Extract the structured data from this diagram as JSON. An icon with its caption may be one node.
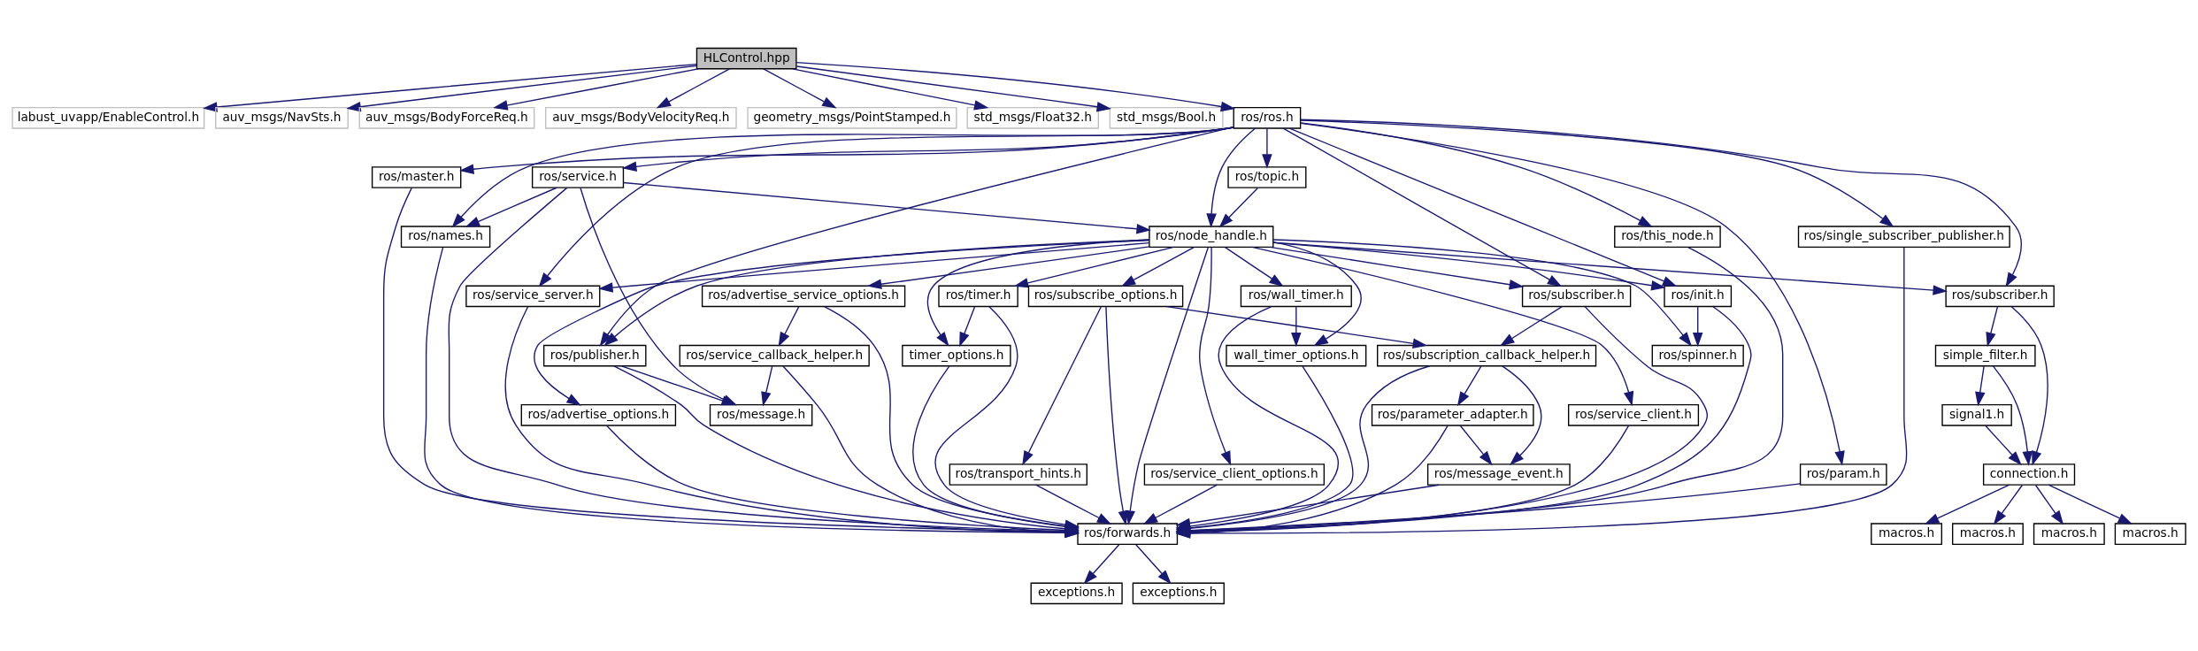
{
  "diagram": {
    "nodes": [
      {
        "text": [
          "HLControl.hpp"
        ]
      },
      {
        "text": [
          "labust_uvapp/EnableControl.h"
        ]
      },
      {
        "text": [
          "auv_msgs/NavSts.h"
        ]
      },
      {
        "text": [
          "auv_msgs/BodyForceReq.h"
        ]
      },
      {
        "text": [
          "auv_msgs/BodyVelocityReq.h"
        ]
      },
      {
        "text": [
          "geometry_msgs/PointStamped.h"
        ]
      },
      {
        "text": [
          "std_msgs/Float32.h"
        ]
      },
      {
        "text": [
          "std_msgs/Bool.h"
        ]
      },
      {
        "text": [
          "ros/ros.h"
        ]
      },
      {
        "text": [
          "ros/topic.h"
        ]
      },
      {
        "text": [
          "ros/service.h"
        ]
      },
      {
        "text": [
          "ros/this_node.h"
        ]
      },
      {
        "text": [
          "ros/param.h"
        ]
      },
      {
        "text": [
          "ros/node_handle.h"
        ]
      },
      {
        "text": [
          "ros/single_subscriber_publisher.h"
        ]
      },
      {
        "text": [
          "ros/names.h"
        ]
      },
      {
        "text": [
          "ros/master.h"
        ]
      },
      {
        "text": [
          "ros/service_server.h"
        ]
      },
      {
        "text": [
          "ros/timer.h"
        ]
      },
      {
        "text": [
          "ros/wall_timer.h"
        ]
      },
      {
        "text": [
          "ros/advertise_service_options.h"
        ]
      },
      {
        "text": [
          "ros/subscribe_options.h"
        ]
      },
      {
        "text": [
          "ros/subscriber.h"
        ]
      },
      {
        "text": [
          "ros/init.h"
        ]
      },
      {
        "text": [
          "ros/subscriber.h"
        ]
      },
      {
        "text": [
          "timer_options.h"
        ]
      },
      {
        "text": [
          "ros/publisher.h"
        ]
      },
      {
        "text": [
          "wall_timer_options.h"
        ]
      },
      {
        "text": [
          "ros/service_callback_helper.h"
        ]
      },
      {
        "text": [
          "ros/subscription_callback_helper.h"
        ]
      },
      {
        "text": [
          "ros/spinner.h"
        ]
      },
      {
        "text": [
          "simple_filter.h"
        ]
      },
      {
        "text": [
          "ros/service_client.h"
        ]
      },
      {
        "text": [
          "ros/message.h"
        ]
      },
      {
        "text": [
          "ros/parameter_adapter.h"
        ]
      },
      {
        "text": [
          "ros/service_client_options.h"
        ]
      },
      {
        "text": [
          "signal1.h"
        ]
      },
      {
        "text": [
          "ros/advertise_options.h"
        ]
      },
      {
        "text": [
          "ros/transport_hints.h"
        ]
      },
      {
        "text": [
          "ros/message_event.h"
        ]
      },
      {
        "text": [
          "connection.h"
        ]
      },
      {
        "text": [
          "ros/forwards.h"
        ]
      },
      {
        "text": [
          "macros.h"
        ]
      },
      {
        "text": [
          "macros.h"
        ]
      },
      {
        "text": [
          "macros.h"
        ]
      },
      {
        "text": [
          "macros.h"
        ]
      },
      {
        "text": [
          "exceptions.h"
        ]
      },
      {
        "text": [
          "exceptions.h"
        ]
      }
    ],
    "edges": [
      {
        "from": 0,
        "to": 1,
        "arrow": "to"
      },
      {
        "from": 0,
        "to": 2,
        "arrow": "to"
      },
      {
        "from": 0,
        "to": 3,
        "arrow": "to"
      },
      {
        "from": 0,
        "to": 4,
        "arrow": "to"
      },
      {
        "from": 0,
        "to": 5,
        "arrow": "to"
      },
      {
        "from": 0,
        "to": 6,
        "arrow": "to"
      },
      {
        "from": 0,
        "to": 7,
        "arrow": "to"
      },
      {
        "from": 0,
        "to": 8,
        "arrow": "to"
      },
      {
        "from": 8,
        "to": 9,
        "arrow": "to"
      },
      {
        "from": 8,
        "to": 10,
        "arrow": "to"
      },
      {
        "from": 8,
        "to": 11,
        "arrow": "to"
      },
      {
        "from": 8,
        "to": 12,
        "arrow": "to"
      },
      {
        "from": 8,
        "to": 13,
        "arrow": "to"
      },
      {
        "from": 8,
        "to": 14,
        "arrow": "to"
      },
      {
        "from": 8,
        "to": 15,
        "arrow": "to"
      },
      {
        "from": 8,
        "to": 16,
        "arrow": "to"
      },
      {
        "from": 8,
        "to": 17,
        "arrow": "to"
      },
      {
        "from": 8,
        "to": 22,
        "arrow": "to"
      },
      {
        "from": 8,
        "to": 23,
        "arrow": "to"
      },
      {
        "from": 8,
        "to": 24,
        "arrow": "to"
      },
      {
        "from": 8,
        "to": 26,
        "arrow": "to"
      },
      {
        "from": 9,
        "to": 13,
        "arrow": "to"
      },
      {
        "from": 10,
        "to": 13,
        "arrow": "to"
      },
      {
        "from": 10,
        "to": 15,
        "arrow": "to"
      },
      {
        "from": 10,
        "to": 33,
        "arrow": "to"
      },
      {
        "from": 10,
        "to": 41,
        "arrow": "to"
      },
      {
        "from": 11,
        "to": 41,
        "arrow": "to"
      },
      {
        "from": 12,
        "to": 41,
        "arrow": "to"
      },
      {
        "from": 14,
        "to": 41,
        "arrow": "to"
      },
      {
        "from": 15,
        "to": 41,
        "arrow": "to"
      },
      {
        "from": 16,
        "to": 41,
        "arrow": "to"
      },
      {
        "from": 13,
        "to": 17,
        "arrow": "to"
      },
      {
        "from": 13,
        "to": 18,
        "arrow": "to"
      },
      {
        "from": 13,
        "to": 19,
        "arrow": "to"
      },
      {
        "from": 13,
        "to": 20,
        "arrow": "to"
      },
      {
        "from": 13,
        "to": 21,
        "arrow": "to"
      },
      {
        "from": 13,
        "to": 22,
        "arrow": "to"
      },
      {
        "from": 13,
        "to": 23,
        "arrow": "to"
      },
      {
        "from": 13,
        "to": 24,
        "arrow": "to"
      },
      {
        "from": 13,
        "to": 25,
        "arrow": "to"
      },
      {
        "from": 13,
        "to": 26,
        "arrow": "to"
      },
      {
        "from": 13,
        "to": 27,
        "arrow": "to"
      },
      {
        "from": 13,
        "to": 30,
        "arrow": "to"
      },
      {
        "from": 13,
        "to": 32,
        "arrow": "to"
      },
      {
        "from": 13,
        "to": 35,
        "arrow": "to"
      },
      {
        "from": 13,
        "to": 37,
        "arrow": "to"
      },
      {
        "from": 13,
        "to": 41,
        "arrow": "to"
      },
      {
        "from": 17,
        "to": 41,
        "arrow": "to"
      },
      {
        "from": 18,
        "to": 25,
        "arrow": "to"
      },
      {
        "from": 18,
        "to": 41,
        "arrow": "to"
      },
      {
        "from": 19,
        "to": 27,
        "arrow": "to"
      },
      {
        "from": 19,
        "to": 41,
        "arrow": "to"
      },
      {
        "from": 20,
        "to": 28,
        "arrow": "to"
      },
      {
        "from": 20,
        "to": 41,
        "arrow": "to"
      },
      {
        "from": 21,
        "to": 29,
        "arrow": "to"
      },
      {
        "from": 21,
        "to": 38,
        "arrow": "to"
      },
      {
        "from": 21,
        "to": 41,
        "arrow": "to"
      },
      {
        "from": 22,
        "to": 29,
        "arrow": "to"
      },
      {
        "from": 22,
        "to": 41,
        "arrow": "to"
      },
      {
        "from": 23,
        "to": 30,
        "arrow": "to"
      },
      {
        "from": 23,
        "to": 41,
        "arrow": "to"
      },
      {
        "from": 24,
        "to": 31,
        "arrow": "to"
      },
      {
        "from": 24,
        "to": 40,
        "arrow": "to"
      },
      {
        "from": 25,
        "to": 41,
        "arrow": "to"
      },
      {
        "from": 26,
        "to": 33,
        "arrow": "to"
      },
      {
        "from": 26,
        "to": 41,
        "arrow": "to"
      },
      {
        "from": 27,
        "to": 41,
        "arrow": "to"
      },
      {
        "from": 28,
        "to": 33,
        "arrow": "to"
      },
      {
        "from": 28,
        "to": 41,
        "arrow": "to"
      },
      {
        "from": 29,
        "to": 34,
        "arrow": "to"
      },
      {
        "from": 29,
        "to": 39,
        "arrow": "to"
      },
      {
        "from": 29,
        "to": 41,
        "arrow": "to"
      },
      {
        "from": 31,
        "to": 36,
        "arrow": "to"
      },
      {
        "from": 31,
        "to": 40,
        "arrow": "to"
      },
      {
        "from": 32,
        "to": 41,
        "arrow": "to"
      },
      {
        "from": 34,
        "to": 39,
        "arrow": "to"
      },
      {
        "from": 34,
        "to": 41,
        "arrow": "to"
      },
      {
        "from": 35,
        "to": 41,
        "arrow": "to"
      },
      {
        "from": 36,
        "to": 40,
        "arrow": "to"
      },
      {
        "from": 37,
        "to": 41,
        "arrow": "to"
      },
      {
        "from": 38,
        "to": 41,
        "arrow": "to"
      },
      {
        "from": 39,
        "to": 41,
        "arrow": "to"
      },
      {
        "from": 40,
        "to": 42,
        "arrow": "to"
      },
      {
        "from": 40,
        "to": 43,
        "arrow": "to"
      },
      {
        "from": 40,
        "to": 44,
        "arrow": "to"
      },
      {
        "from": 40,
        "to": 45,
        "arrow": "to"
      },
      {
        "from": 41,
        "to": 46,
        "arrow": "to"
      },
      {
        "from": 41,
        "to": 47,
        "arrow": "to"
      }
    ]
  }
}
